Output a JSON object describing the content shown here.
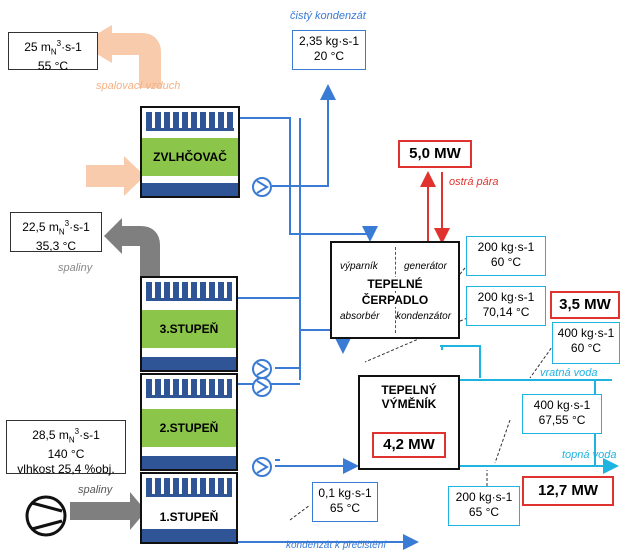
{
  "humidifier": {
    "label": "ZVLHČOVAČ"
  },
  "stage3": {
    "label": "3.STUPEŇ"
  },
  "stage2": {
    "label": "2.STUPEŇ"
  },
  "stage1": {
    "label": "1.STUPEŇ"
  },
  "combustion_air": {
    "line1": "25 m",
    "sub": "N",
    "sup": "3",
    "line1_tail": "·s-1",
    "line2": "55 °C",
    "caption": "spalovací vzduch"
  },
  "clean_condensate": {
    "caption": "čistý kondenzát",
    "line1": "2,35 kg·s-1",
    "line2": "20 °C"
  },
  "flue_gas_out": {
    "line1": "22,5 m",
    "sub": "N",
    "sup": "3",
    "line1_tail": "·s-1",
    "line2": "35,3 °C",
    "caption": "spaliny"
  },
  "flue_gas_in": {
    "line1": "28,5 m",
    "sub": "N",
    "sup": "3",
    "line1_tail": "·s-1",
    "line2": "140 °C",
    "line3": "vlhkost 25,4 %obj.",
    "caption": "spaliny"
  },
  "steam": {
    "power": "5,0 MW",
    "caption": "ostrá pára"
  },
  "heat_pump": {
    "title1": "TEPELNÉ",
    "title2": "ČERPADLO",
    "evaporator": "výparník",
    "generator": "generátor",
    "absorber": "absorbér",
    "condenser": "kondenzátor"
  },
  "hp_flow_a": {
    "line1": "200 kg·s-1",
    "line2": "60 °C"
  },
  "hp_flow_b": {
    "line1": "200 kg·s-1",
    "line2": "70,14 °C"
  },
  "hp_power": "3,5 MW",
  "return_flow": {
    "line1": "400 kg·s-1",
    "line2": "60 °C"
  },
  "return_water": "vratná voda",
  "exchanger": {
    "title1": "TEPELNÝ",
    "title2": "VÝMĚNÍK",
    "power": "4,2 MW"
  },
  "supply_flow": {
    "line1": "400 kg·s-1",
    "line2": "67,55 °C"
  },
  "supply_water": "topná voda",
  "total_power": "12,7 MW",
  "exch_flow": {
    "line1": "200 kg·s-1",
    "line2": "65 °C"
  },
  "condensate_out": {
    "line1": "0,1 kg·s-1",
    "line2": "65 °C",
    "caption": "kondenzát k přečištění"
  },
  "colors": {
    "air": "#f8cbad",
    "flue": "#7f7f7f",
    "pipe_blue": "#3a7bd5",
    "pipe_cyan": "#1fb3e0",
    "steam": "#e0322e",
    "green": "#8bc64a",
    "navy": "#2f5597"
  }
}
